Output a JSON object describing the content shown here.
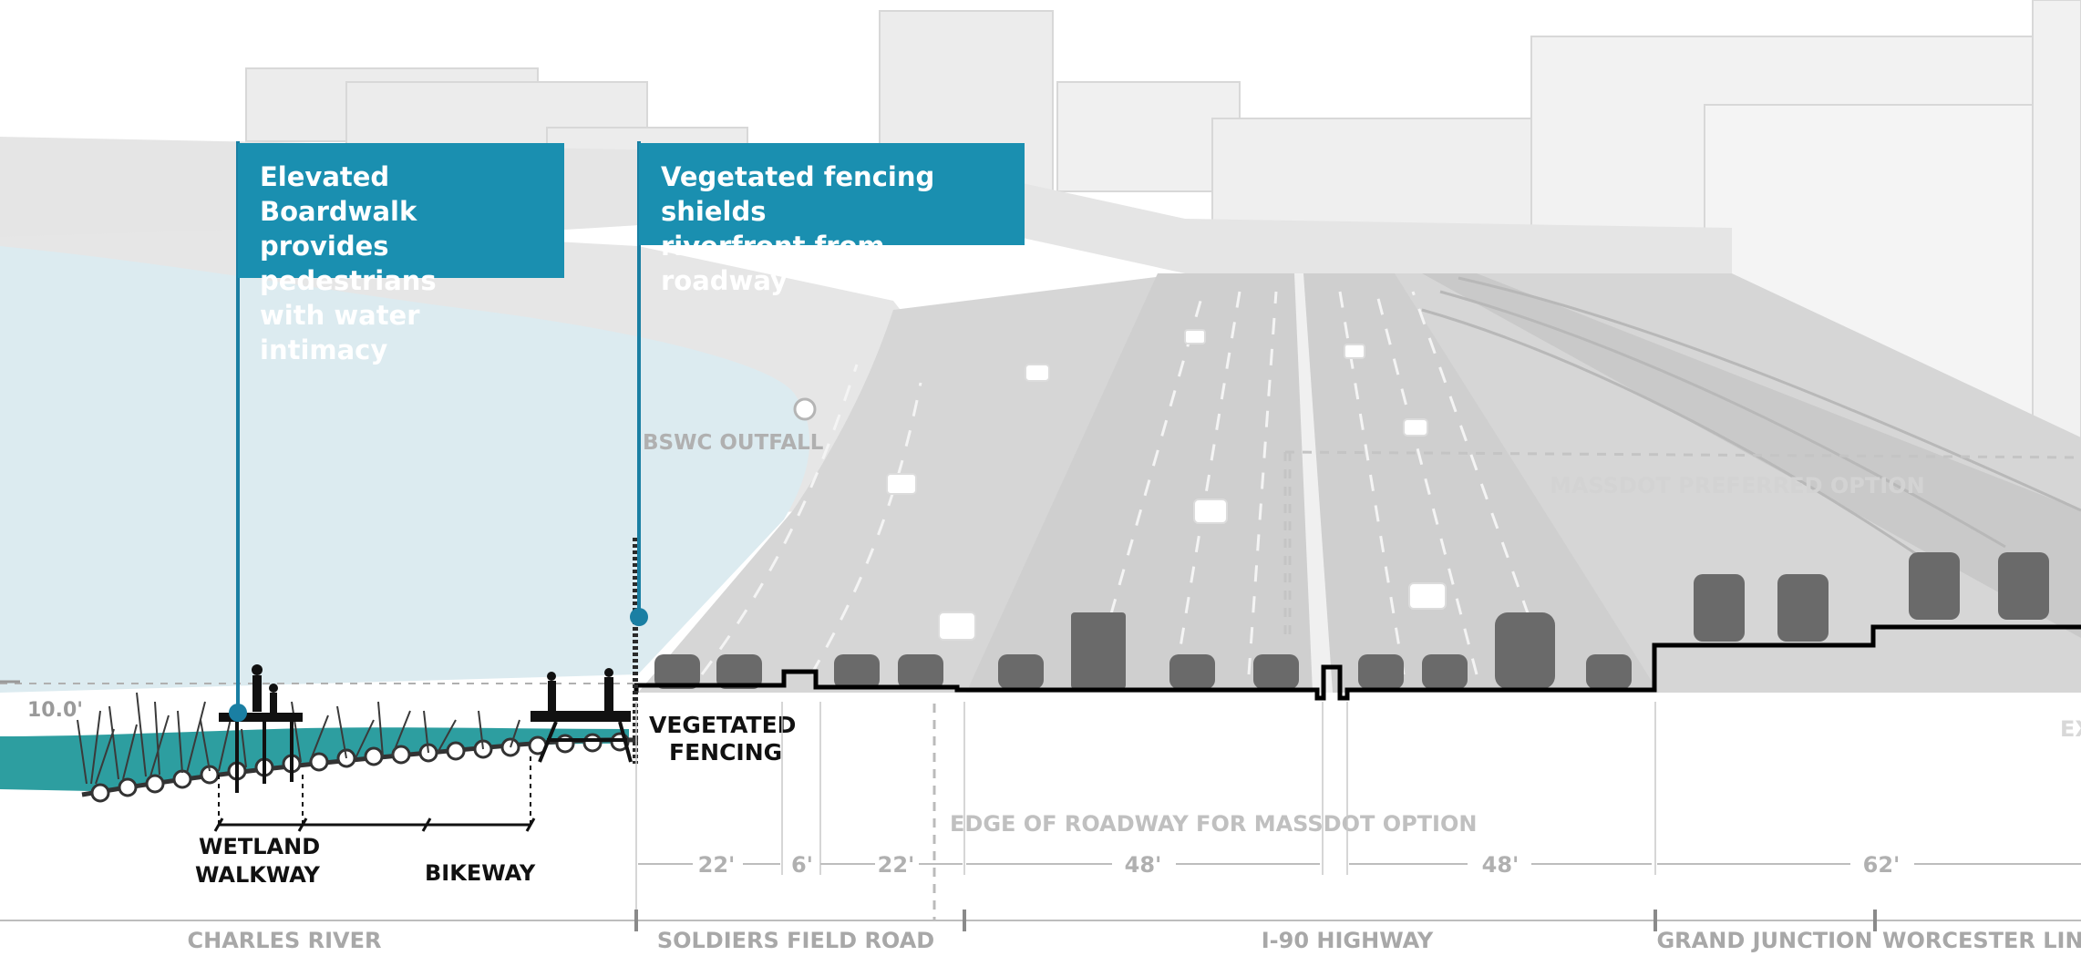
{
  "callouts": {
    "boardwalk": [
      "Elevated Boardwalk",
      "provides pedestrians",
      "with water intimacy"
    ],
    "fencing": [
      "Vegetated fencing shields",
      "riverfront from roadway"
    ]
  },
  "labels": {
    "bswc_outfall": "BSWC OUTFALL",
    "massdot_preferred": "MASSDOT PREFERRED OPTION",
    "elevation": "10.0'",
    "vegetated_fencing": [
      "VEGETATED",
      "FENCING"
    ],
    "wetland_walkway": [
      "WETLAND",
      "WALKWAY"
    ],
    "bikeway": "BIKEWAY",
    "edge_of_roadway": "EDGE OF ROADWAY FOR MASSDOT OPTION",
    "ex_partial": "EX"
  },
  "dimensions": [
    "22'",
    "6'",
    "22'",
    "48'",
    "48'",
    "62'"
  ],
  "zones": [
    "CHARLES RIVER",
    "SOLDIERS FIELD ROAD",
    "I-90 HIGHWAY",
    "GRAND JUNCTION",
    "WORCESTER LINE"
  ],
  "colors": {
    "accent": "#1a8fb0",
    "water": "#dcebf0",
    "river_fill": "#2d9ea0",
    "label_gray": "#9a9a9a",
    "vehicle": "#6a6a6a"
  }
}
